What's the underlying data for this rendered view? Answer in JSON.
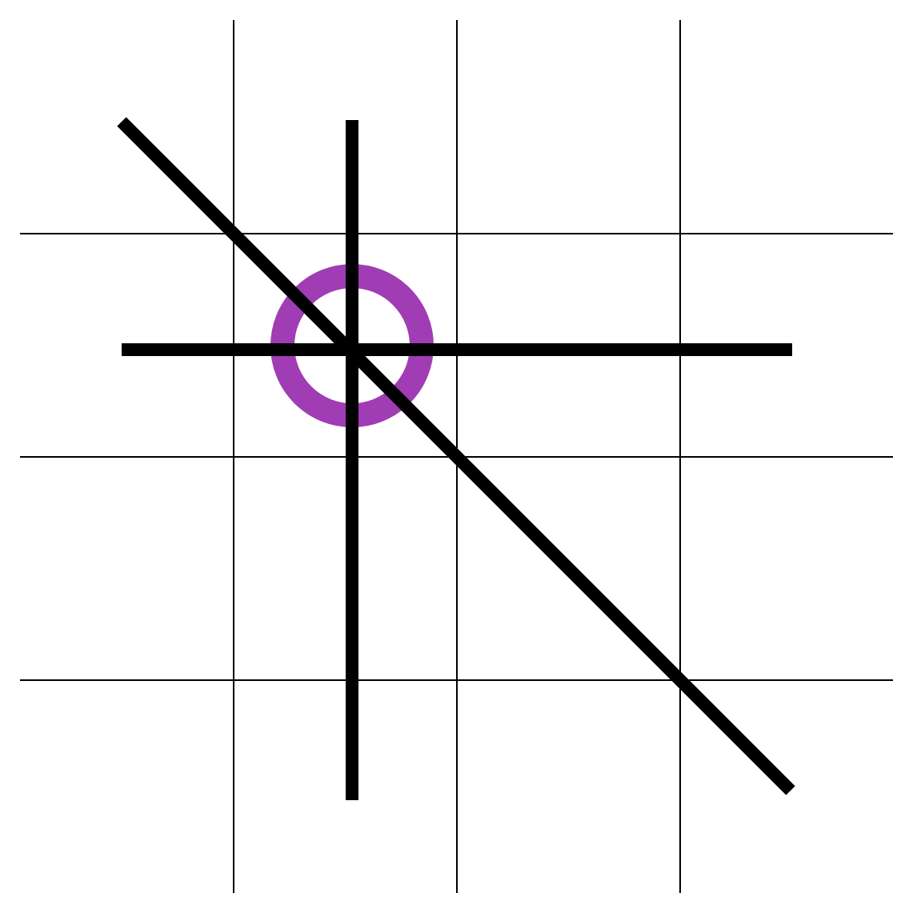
{
  "colors": {
    "background": "#ffffff",
    "lines": "#000000",
    "ring": "#a03cb4"
  },
  "diagram": {
    "grid": "4x4",
    "elements": [
      "vertical-line",
      "horizontal-line",
      "diagonal-line",
      "ring"
    ]
  }
}
